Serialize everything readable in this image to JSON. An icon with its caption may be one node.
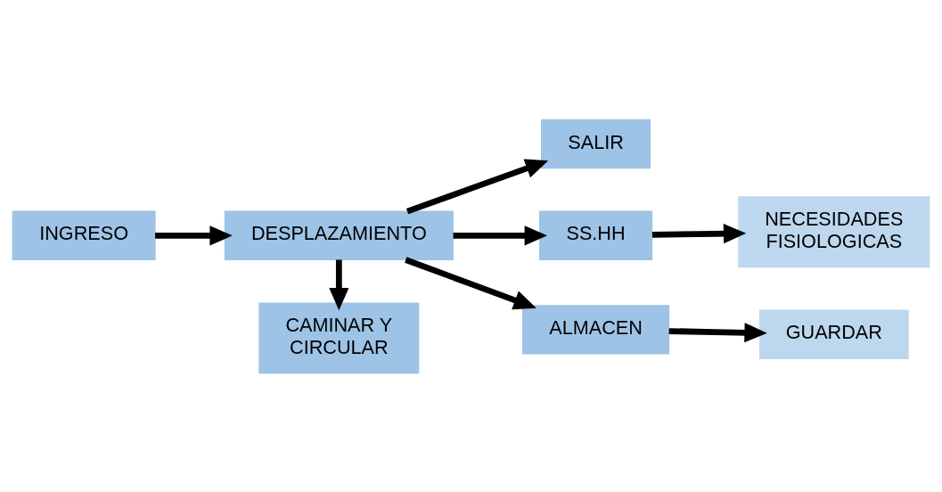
{
  "diagram": {
    "nodes": [
      {
        "text": [
          "CAMINAR Y CIRCULAR"
        ]
      },
      {
        "text": [
          "INGRESO"
        ]
      },
      {
        "text": [
          "DESPLAZAMIENTO"
        ]
      },
      {
        "text": [
          "SALIR"
        ]
      },
      {
        "text": [
          "SS.HH"
        ]
      },
      {
        "text": [
          "NECESIDADES FISIOLOGICAS"
        ]
      },
      {
        "text": [
          "ALMACEN"
        ]
      },
      {
        "text": [
          "GUARDAR"
        ]
      }
    ],
    "edges": [
      {
        "from": 1,
        "to": 2,
        "arrow": "to"
      },
      {
        "from": 2,
        "to": 0,
        "arrow": "to"
      },
      {
        "from": 2,
        "to": 3,
        "arrow": "to"
      },
      {
        "from": 2,
        "to": 4,
        "arrow": "to"
      },
      {
        "from": 4,
        "to": 5,
        "arrow": "to"
      },
      {
        "from": 2,
        "to": 6,
        "arrow": "to"
      },
      {
        "from": 6,
        "to": 7,
        "arrow": "to"
      }
    ]
  }
}
